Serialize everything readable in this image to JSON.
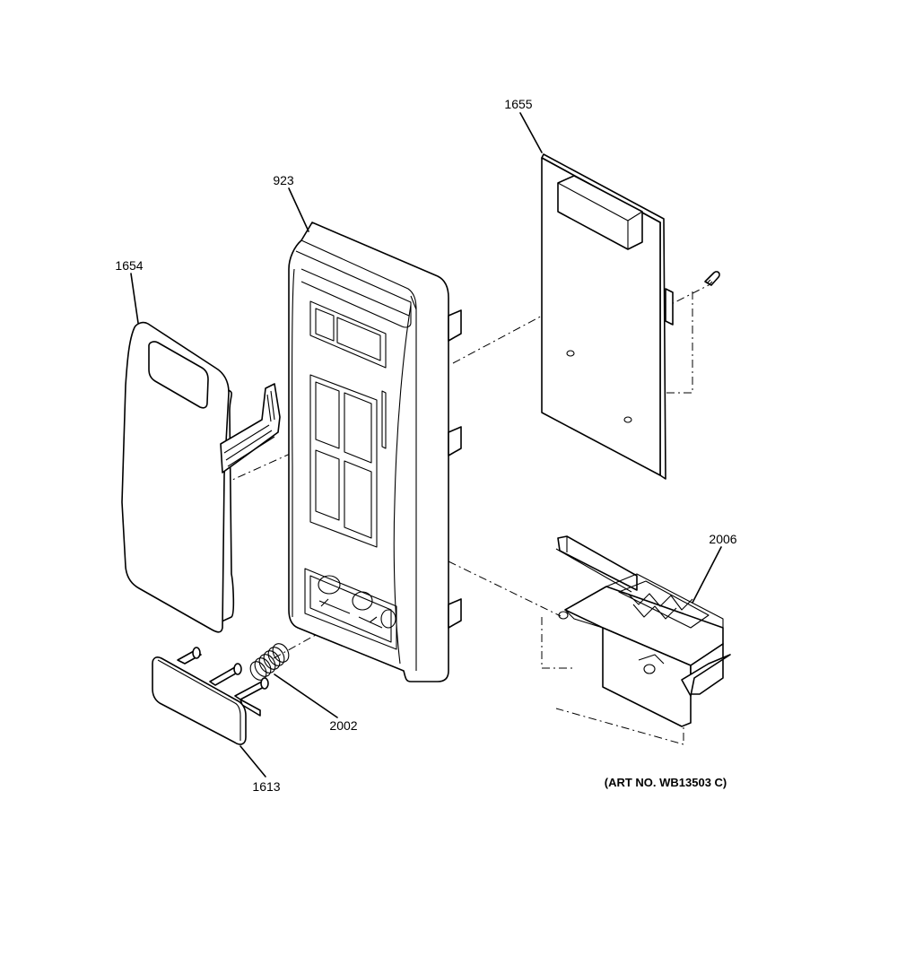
{
  "callouts": {
    "p1655": "1655",
    "p923": "923",
    "p1654": "1654",
    "p2006": "2006",
    "p2002": "2002",
    "p1613": "1613"
  },
  "art_number": "(ART NO. WB13503 C)"
}
